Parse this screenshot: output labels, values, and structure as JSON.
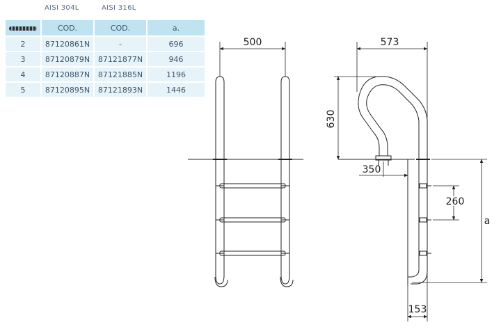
{
  "table": {
    "material_headers": [
      "AISI 304L",
      "AISI 316L"
    ],
    "columns": {
      "steps_icon": "ladder-steps-icon",
      "cod_304": "COD.",
      "cod_316": "COD.",
      "a": "a."
    },
    "rows": [
      {
        "steps": "2",
        "cod_304": "87120861N",
        "cod_316": "-",
        "a": "696"
      },
      {
        "steps": "3",
        "cod_304": "87120879N",
        "cod_316": "87121877N",
        "a": "946"
      },
      {
        "steps": "4",
        "cod_304": "87120887N",
        "cod_316": "87121885N",
        "a": "1196"
      },
      {
        "steps": "5",
        "cod_304": "87120895N",
        "cod_316": "87121893N",
        "a": "1446"
      }
    ]
  },
  "dimensions": {
    "front_width": "500",
    "side_depth": "573",
    "handrail_height": "630",
    "anchor_offset": "350",
    "step_spacing": "260",
    "immersion_a": "a",
    "foot_offset": "153"
  },
  "colors": {
    "header_cell": "#bfe3f1",
    "body_cell": "#e6f3f9",
    "table_text": "#3c536b",
    "line": "#222222"
  }
}
